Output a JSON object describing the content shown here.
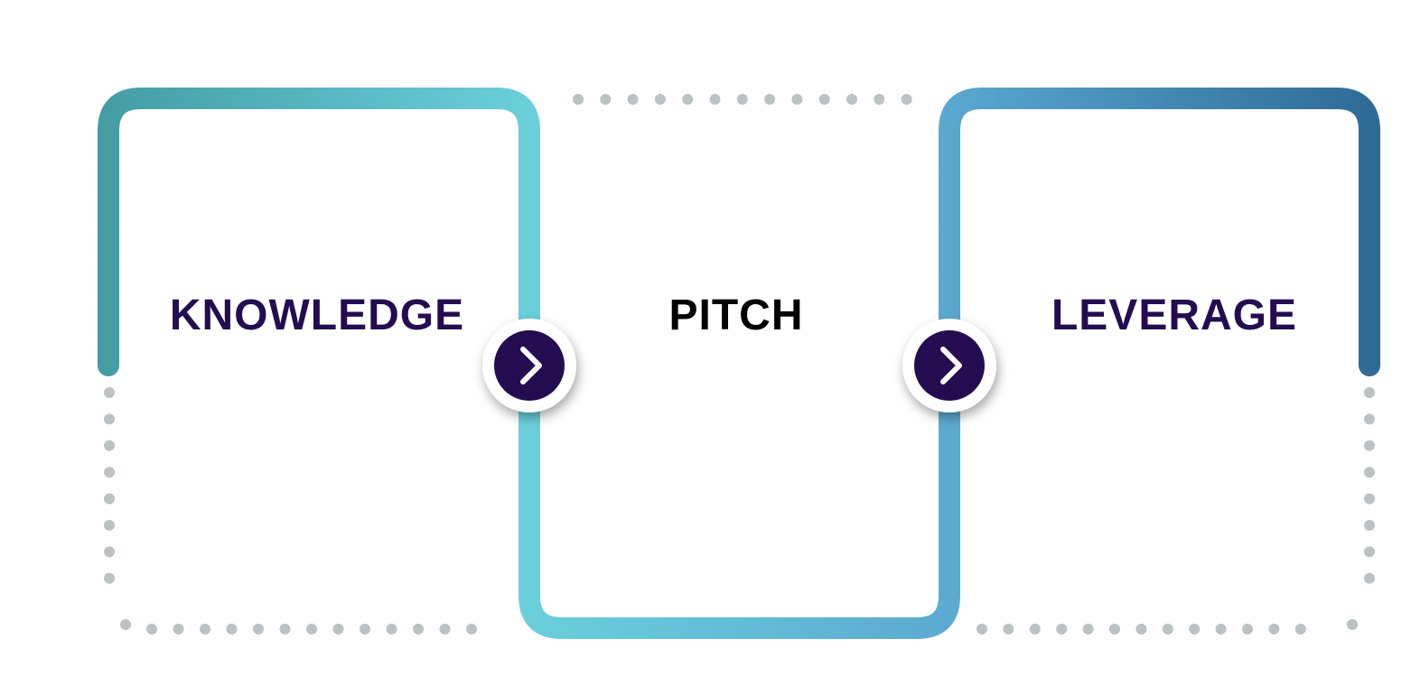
{
  "steps": [
    {
      "label": "KNOWLEDGE"
    },
    {
      "label": "PITCH"
    },
    {
      "label": "LEVERAGE"
    }
  ],
  "connectors": [
    {
      "icon": "chevron-right-icon"
    },
    {
      "icon": "chevron-right-icon"
    }
  ],
  "colors": {
    "teal": "#459ca3",
    "cyan": "#6bd0db",
    "blue_light": "#5ba9d1",
    "blue_dark": "#2e6a95",
    "dots": "#bcc1c4",
    "badge": "#230d50",
    "label_primary": "#230d50",
    "label_secondary": "#000000"
  }
}
